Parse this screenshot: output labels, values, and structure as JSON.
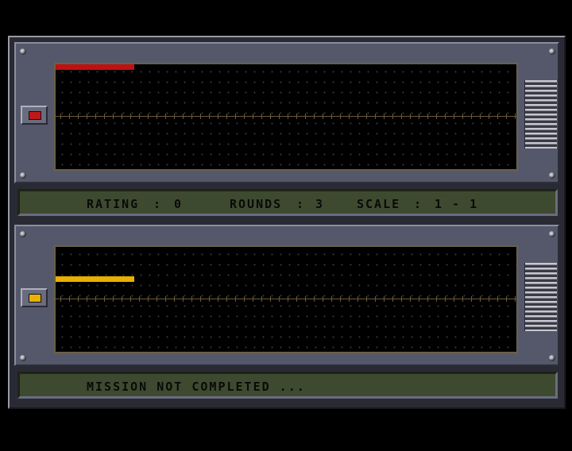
{
  "top_panel": {
    "indicator_color": "#c01818",
    "bar_color": "#c01010",
    "bar_fill_fraction": 0.17
  },
  "status_bar_1": {
    "rating_label": "RATING",
    "rating_value": "0",
    "rounds_label": "ROUNDS",
    "rounds_value": "3",
    "scale_label": "SCALE",
    "scale_value": "1 - 1",
    "separator": ":"
  },
  "bottom_panel": {
    "indicator_color": "#e8b000",
    "bar_color": "#e8b000",
    "bar_fill_fraction": 0.17
  },
  "status_bar_2": {
    "message": "MISSION NOT COMPLETED ..."
  }
}
